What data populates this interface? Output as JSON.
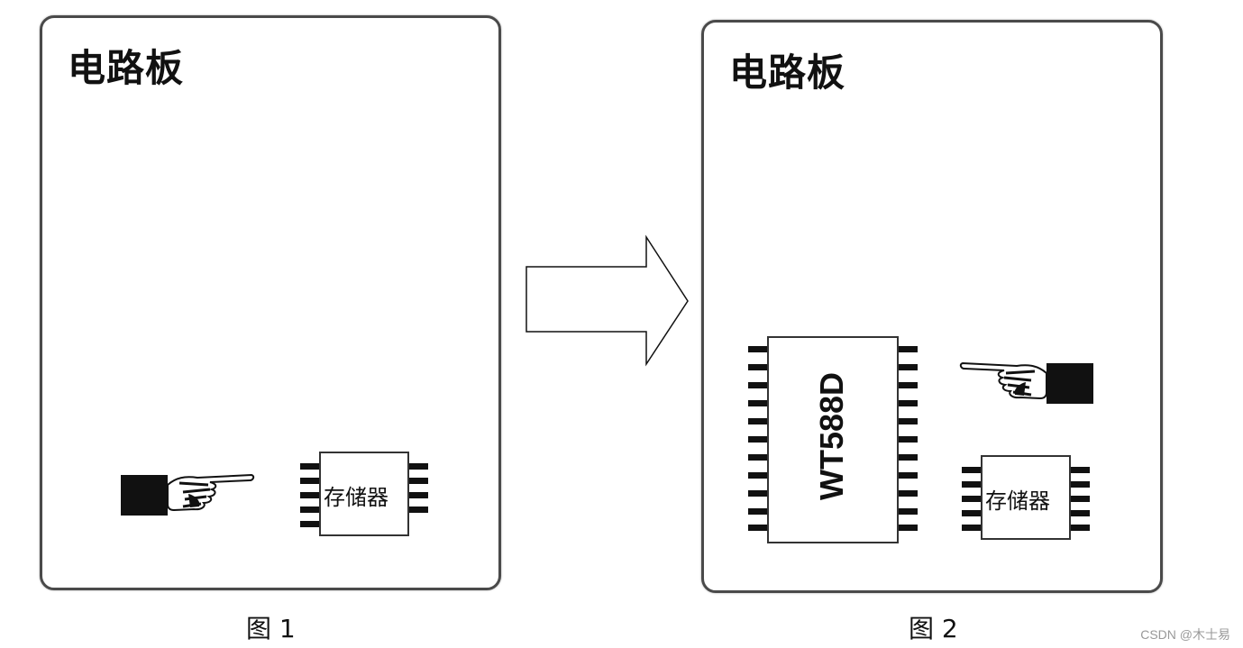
{
  "figure1": {
    "board_label": "电路板",
    "memory_label": "存储器",
    "caption": "图 1"
  },
  "figure2": {
    "board_label": "电路板",
    "chip_label": "WT588D",
    "memory_label": "存储器",
    "caption": "图 2"
  },
  "icons": {
    "pointer": "pointing-hand-icon",
    "transition": "arrow-right-icon"
  },
  "watermark": "CSDN @木士易"
}
